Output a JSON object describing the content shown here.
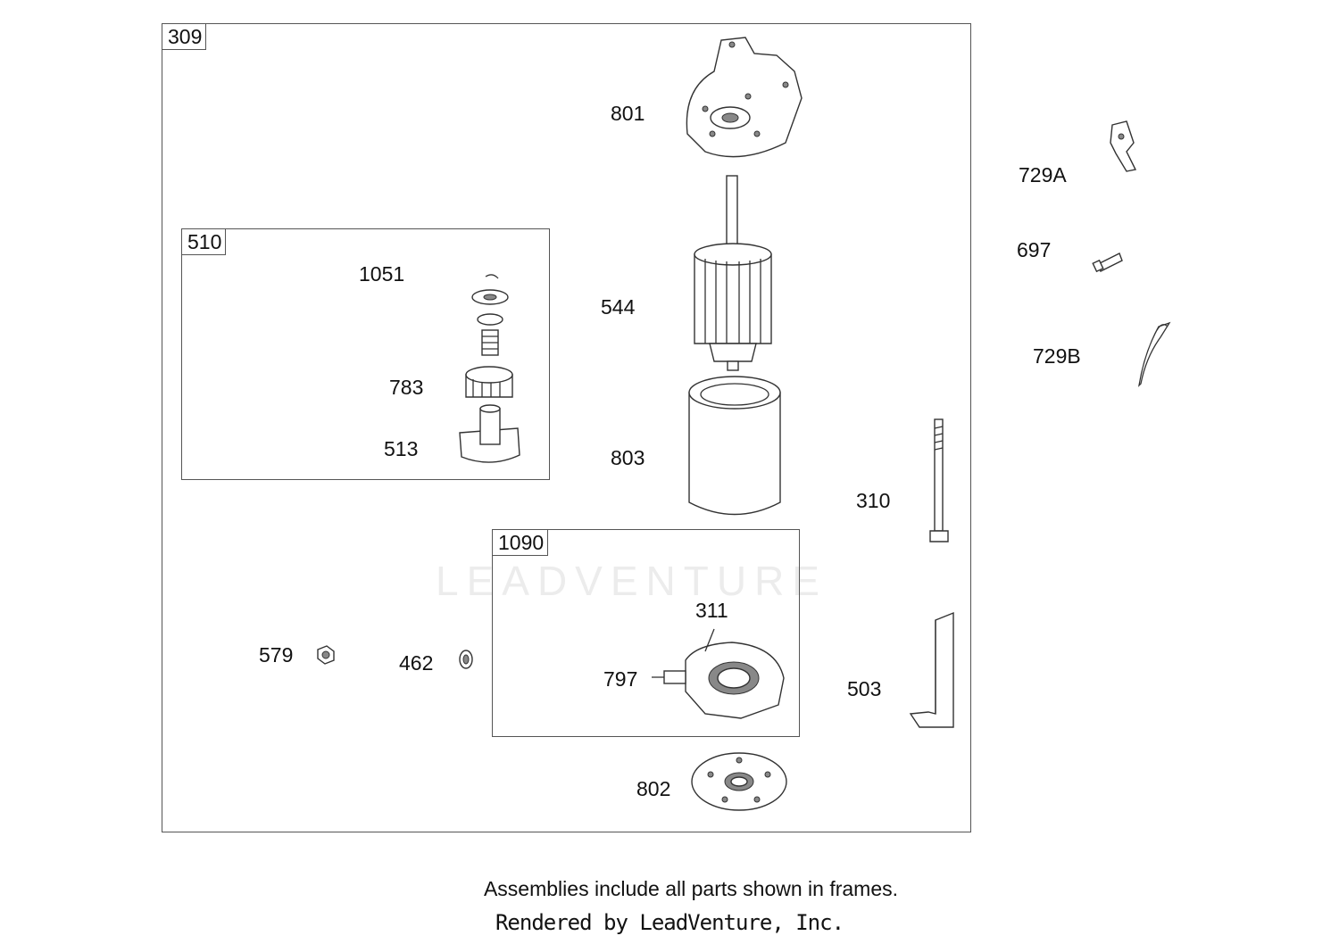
{
  "frames": {
    "f309": "309",
    "f510": "510",
    "f1090": "1090"
  },
  "callouts": {
    "c801": "801",
    "c544": "544",
    "c803": "803",
    "c1051": "1051",
    "c783": "783",
    "c513": "513",
    "c311": "311",
    "c797": "797",
    "c802": "802",
    "c579": "579",
    "c462": "462",
    "c729a": "729A",
    "c697": "697",
    "c729b": "729B",
    "c310": "310",
    "c503": "503"
  },
  "footer": {
    "note": "Assemblies include all parts shown in frames.",
    "credit": "Rendered by LeadVenture, Inc."
  },
  "watermark": "LEADVENTURE"
}
